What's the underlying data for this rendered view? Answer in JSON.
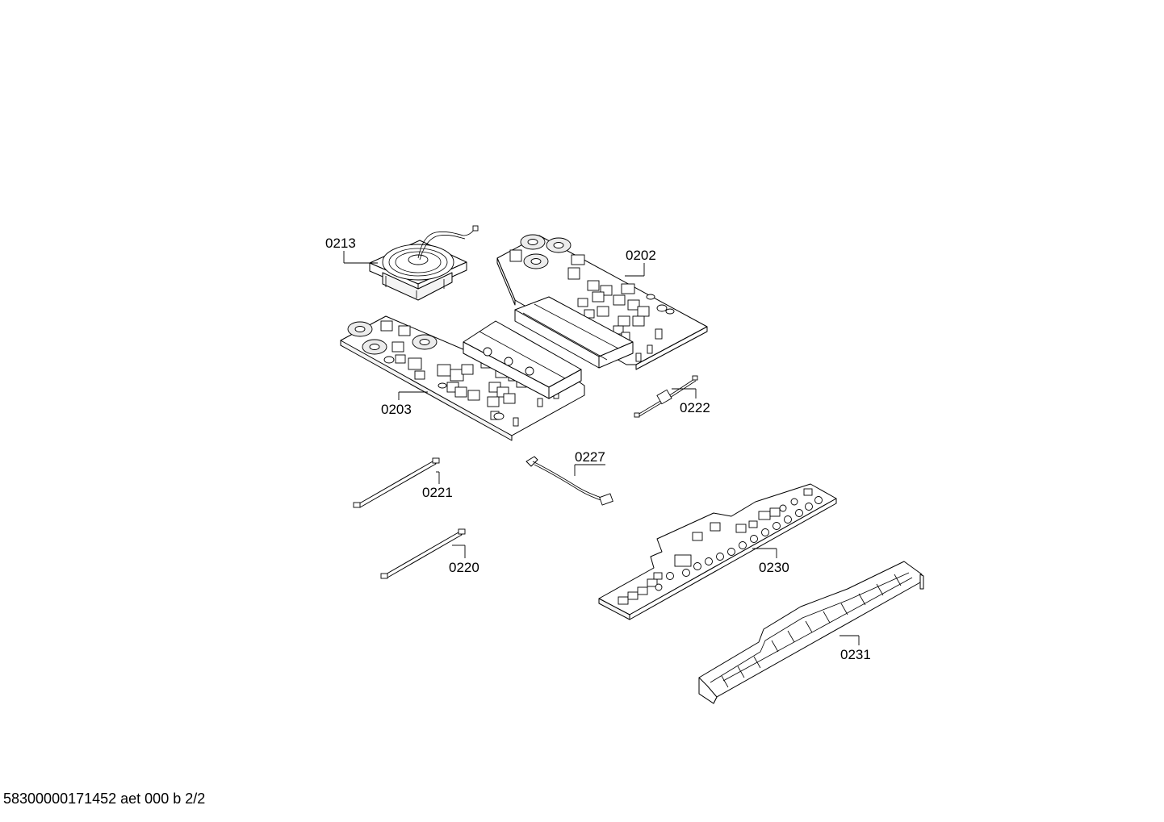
{
  "parts": [
    {
      "id": "0213",
      "description": "fan"
    },
    {
      "id": "0202",
      "description": "power board"
    },
    {
      "id": "0203",
      "description": "power board"
    },
    {
      "id": "0222",
      "description": "ferrite cable"
    },
    {
      "id": "0227",
      "description": "cable harness"
    },
    {
      "id": "0221",
      "description": "ribbon cable"
    },
    {
      "id": "0220",
      "description": "ribbon cable"
    },
    {
      "id": "0230",
      "description": "control board"
    },
    {
      "id": "0231",
      "description": "board holder"
    }
  ],
  "labels": {
    "p0213": "0213",
    "p0202": "0202",
    "p0203": "0203",
    "p0222": "0222",
    "p0227": "0227",
    "p0221": "0221",
    "p0220": "0220",
    "p0230": "0230",
    "p0231": "0231"
  },
  "footer": "58300000171452 aet 000 b 2/2"
}
